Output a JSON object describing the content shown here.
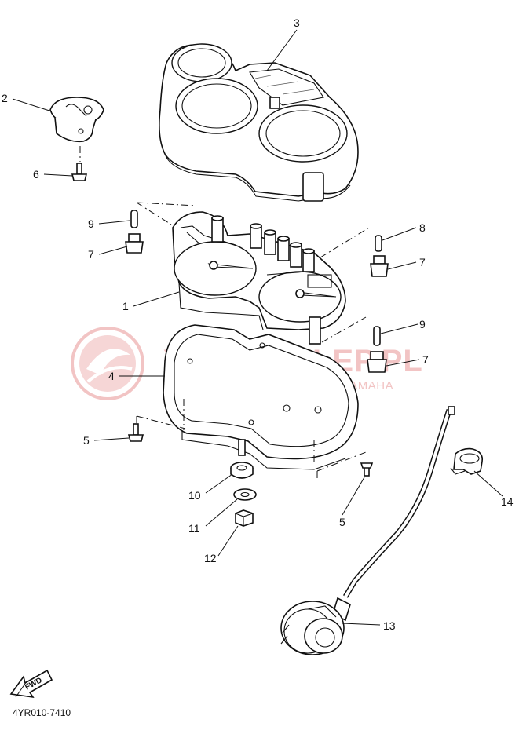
{
  "diagram_code": "4YR010-7410",
  "fwd_label": "FWD",
  "watermark": {
    "line1": "YAMA-SKLEP.PL",
    "line2": "WOJCIECHOWICZ / DEALER YAMAHA"
  },
  "callouts": [
    {
      "id": "c1",
      "label": "1"
    },
    {
      "id": "c2",
      "label": "2"
    },
    {
      "id": "c3",
      "label": "3"
    },
    {
      "id": "c4",
      "label": "4"
    },
    {
      "id": "c5a",
      "label": "5"
    },
    {
      "id": "c5b",
      "label": "5"
    },
    {
      "id": "c6",
      "label": "6"
    },
    {
      "id": "c7a",
      "label": "7"
    },
    {
      "id": "c7b",
      "label": "7"
    },
    {
      "id": "c7c",
      "label": "7"
    },
    {
      "id": "c8",
      "label": "8"
    },
    {
      "id": "c9a",
      "label": "9"
    },
    {
      "id": "c9b",
      "label": "9"
    },
    {
      "id": "c10",
      "label": "10"
    },
    {
      "id": "c11",
      "label": "11"
    },
    {
      "id": "c12",
      "label": "12"
    },
    {
      "id": "c13",
      "label": "13"
    },
    {
      "id": "c14",
      "label": "14"
    }
  ]
}
